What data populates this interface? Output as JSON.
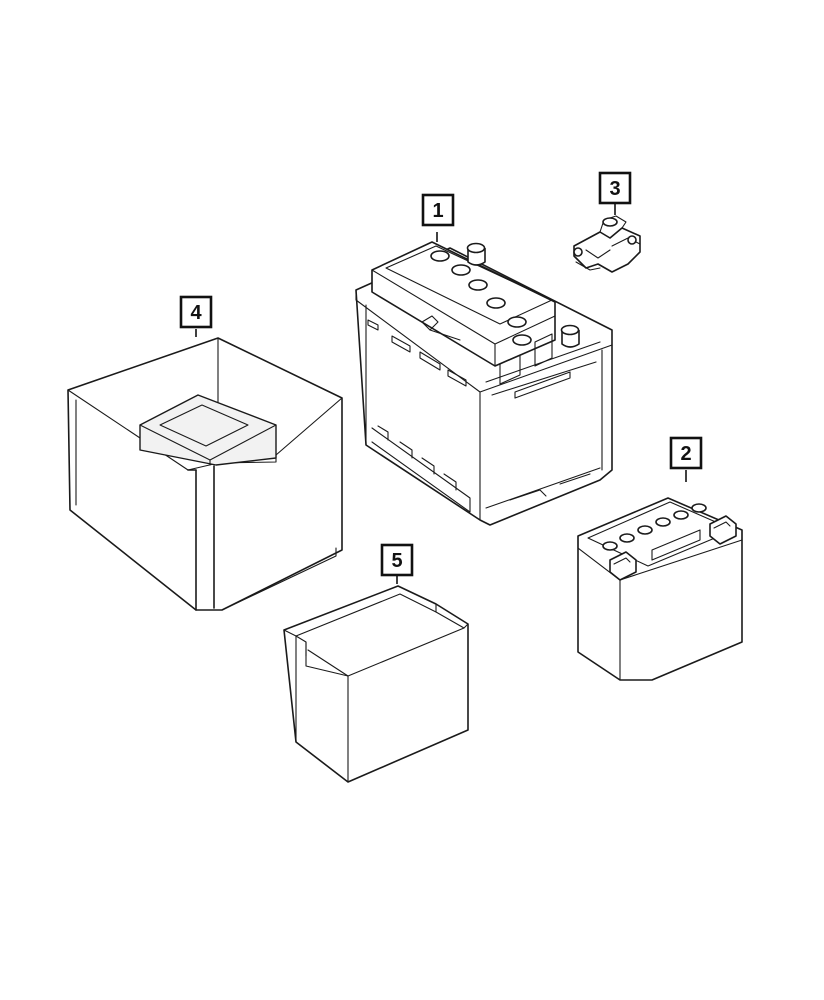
{
  "callouts": [
    {
      "id": "1",
      "label": "1",
      "part": "main-battery"
    },
    {
      "id": "2",
      "label": "2",
      "part": "auxiliary-battery"
    },
    {
      "id": "3",
      "label": "3",
      "part": "battery-sensor"
    },
    {
      "id": "4",
      "label": "4",
      "part": "battery-thermal-wrap-large"
    },
    {
      "id": "5",
      "label": "5",
      "part": "battery-thermal-wrap-small"
    }
  ]
}
